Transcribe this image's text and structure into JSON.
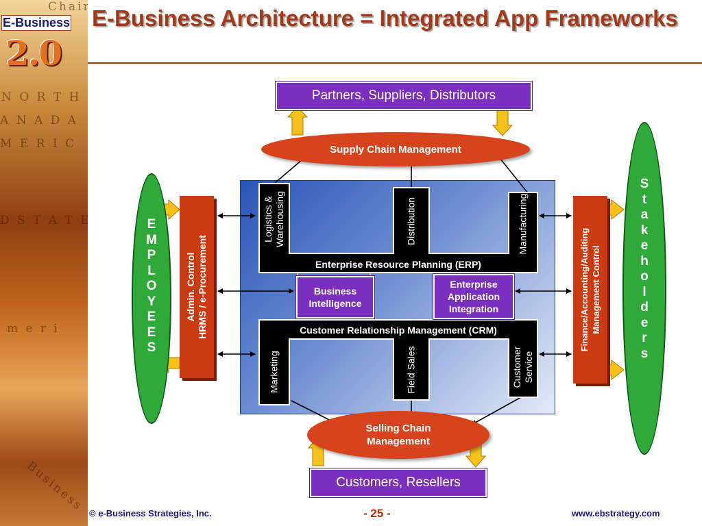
{
  "slide": {
    "title": "E-Business Architecture = Integrated App Frameworks",
    "footer_left": "© e-Business Strategies, Inc.",
    "page_number": "- 25 -",
    "footer_right": "www.ebstrategy.com"
  },
  "logo": {
    "top": "E-Business",
    "big": "2.0"
  },
  "sidebar_map_text": [
    "Chain",
    "N O R T H",
    "A N A D A",
    "M E R I C",
    "D   S T A T E S",
    "m e r i",
    "Business"
  ],
  "diagram": {
    "partners": "Partners, Suppliers, Distributors",
    "supply_chain": "Supply Chain Management",
    "employees": [
      "E",
      "M",
      "P",
      "L",
      "O",
      "Y",
      "E",
      "E",
      "S"
    ],
    "stakeholders": [
      "S",
      "t",
      "a",
      "k",
      "e",
      "h",
      "o",
      "l",
      "d",
      "e",
      "r",
      "s"
    ],
    "admin_box": "Admin. Control HRMS / e-Procurement",
    "admin_line1": "Admin. Control",
    "admin_line2": "HRMS / e-Procurement",
    "finance_line1": "Finance/Accounting/Auditing",
    "finance_line2": "Management Control",
    "erp": {
      "label": "Enterprise Resource Planning (ERP)",
      "columns": [
        "Logistics & Warehousing",
        "Distribution",
        "Manufacturing"
      ],
      "logistics_line1": "Logistics &",
      "logistics_line2": "Warehousing"
    },
    "business_intelligence_line1": "Business",
    "business_intelligence_line2": "Intelligence",
    "eai_line1": "Enterprise",
    "eai_line2": "Application",
    "eai_line3": "Integration",
    "crm": {
      "label": "Customer Relationship Management (CRM)",
      "columns": [
        "Marketing",
        "Field Sales",
        "Customer Service"
      ],
      "service_line1": "Customer",
      "service_line2": "Service"
    },
    "selling_chain_line1": "Selling Chain",
    "selling_chain_line2": "Management",
    "customers": "Customers, Resellers"
  },
  "colors": {
    "title": "#a4391a",
    "purple": "#7b2fbe",
    "red": "#d6431c",
    "green": "#2faa3a",
    "arrow_yellow": "#f5c21a",
    "panel_blue": "#2a55b8",
    "footer": "#1a1a7a"
  }
}
